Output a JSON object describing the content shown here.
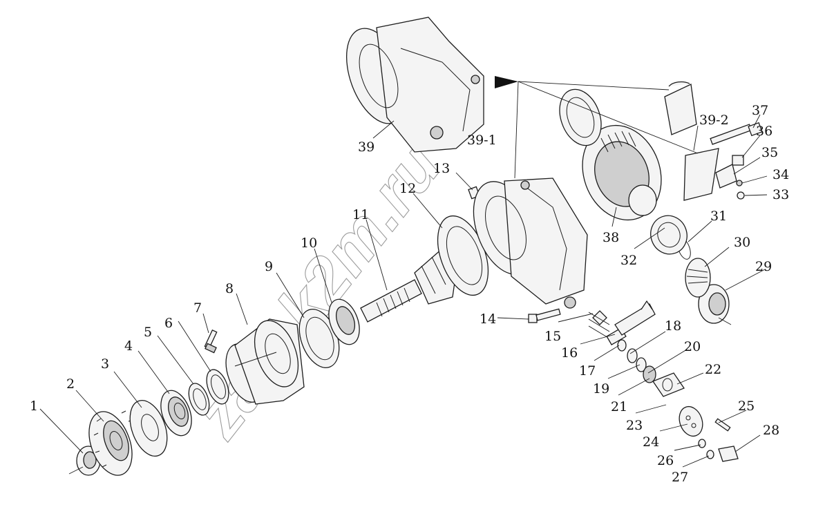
{
  "diagram": {
    "watermark": "zap-k2m.ru",
    "callouts": [
      {
        "id": "1",
        "label": "1"
      },
      {
        "id": "2",
        "label": "2"
      },
      {
        "id": "3",
        "label": "3"
      },
      {
        "id": "4",
        "label": "4"
      },
      {
        "id": "5",
        "label": "5"
      },
      {
        "id": "6",
        "label": "6"
      },
      {
        "id": "7",
        "label": "7"
      },
      {
        "id": "8",
        "label": "8"
      },
      {
        "id": "9",
        "label": "9"
      },
      {
        "id": "10",
        "label": "10"
      },
      {
        "id": "11",
        "label": "11"
      },
      {
        "id": "12",
        "label": "12"
      },
      {
        "id": "13",
        "label": "13"
      },
      {
        "id": "14",
        "label": "14"
      },
      {
        "id": "15",
        "label": "15"
      },
      {
        "id": "16",
        "label": "16"
      },
      {
        "id": "17",
        "label": "17"
      },
      {
        "id": "18",
        "label": "18"
      },
      {
        "id": "19",
        "label": "19"
      },
      {
        "id": "20",
        "label": "20"
      },
      {
        "id": "21",
        "label": "21"
      },
      {
        "id": "22",
        "label": "22"
      },
      {
        "id": "23",
        "label": "23"
      },
      {
        "id": "24",
        "label": "24"
      },
      {
        "id": "25",
        "label": "25"
      },
      {
        "id": "26",
        "label": "26"
      },
      {
        "id": "27",
        "label": "27"
      },
      {
        "id": "28",
        "label": "28"
      },
      {
        "id": "29",
        "label": "29"
      },
      {
        "id": "30",
        "label": "30"
      },
      {
        "id": "31",
        "label": "31"
      },
      {
        "id": "32",
        "label": "32"
      },
      {
        "id": "33",
        "label": "33"
      },
      {
        "id": "34",
        "label": "34"
      },
      {
        "id": "35",
        "label": "35"
      },
      {
        "id": "36",
        "label": "36"
      },
      {
        "id": "37",
        "label": "37"
      },
      {
        "id": "38",
        "label": "38"
      },
      {
        "id": "39",
        "label": "39"
      },
      {
        "id": "39-1",
        "label": "39-1"
      },
      {
        "id": "39-2",
        "label": "39-2"
      }
    ]
  }
}
